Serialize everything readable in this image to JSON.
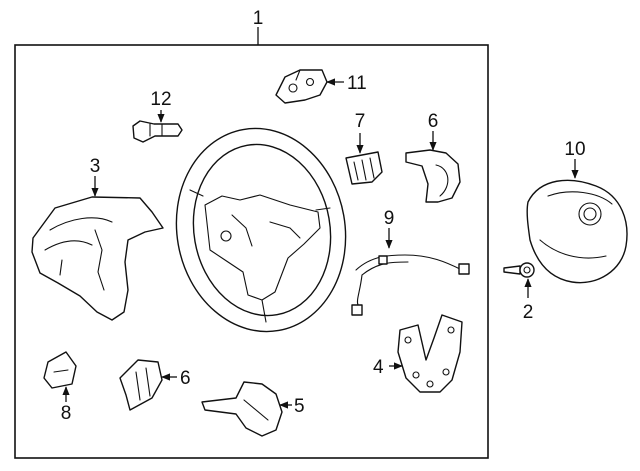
{
  "diagram": {
    "kind": "steering wheel exploded parts diagram",
    "callouts": {
      "c1": "1",
      "c2": "2",
      "c3": "3",
      "c4": "4",
      "c5": "5",
      "c6a": "6",
      "c6b": "6",
      "c7": "7",
      "c8": "8",
      "c9": "9",
      "c10": "10",
      "c11": "11",
      "c12": "12"
    },
    "colors": {
      "line": "#111111",
      "background": "#ffffff"
    }
  }
}
